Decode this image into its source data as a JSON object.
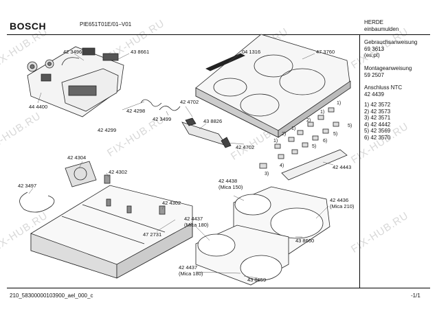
{
  "header": {
    "brand": "BOSCH",
    "model": "PIE651T01E/01–V01",
    "right_line1": "HERDE",
    "right_line2": "einbaumulden"
  },
  "sidebar": {
    "manual_title": "Gebrauchsanweisung",
    "manual_no": "69 3613",
    "manual_lang": "(es,pt)",
    "mount_title": "Montageanweisung",
    "mount_no": "59 2507",
    "ntc_title": "Anschluss NTC",
    "ntc_no": "42 4439",
    "list": [
      "1) 42 3572",
      "2) 42 3573",
      "3) 42 3571",
      "4) 42 4442",
      "5) 42 3569",
      "6) 42 3570"
    ]
  },
  "parts": {
    "p423496": "42 3496",
    "p438661": "43 8661",
    "p041316": "04 1316",
    "p473760": "47 3760",
    "p444400": "44 4400",
    "p424298": "42 4298",
    "p424702a": "42 4702",
    "p424299": "42 4299",
    "p423499": "42 3499",
    "p438826": "43 8826",
    "p424702b": "42 4702",
    "p424443": "42 4443",
    "p424304": "42 4304",
    "p424302a": "42 4302",
    "p423497": "42 3497",
    "p424302b": "42 4302",
    "p424438": "42 4438",
    "p424438_sub": "(Mica 150)",
    "p424436": "42 4436",
    "p424436_sub": "(Mica 210)",
    "p424437a": "42 4437",
    "p424437a_sub": "(Mica 180)",
    "p472731": "47 2731",
    "p438660": "43 8660",
    "p424437b": "42 4437",
    "p424437b_sub": "(Mica 180)",
    "p438659": "43 8659"
  },
  "callouts": {
    "c1a": "1)",
    "c1b": "1)",
    "c1c": "1)",
    "c1d": "1)",
    "c2a": "2)",
    "c2b": "2)",
    "c3": "3)",
    "c4": "4)",
    "c5a": "5)",
    "c5b": "5)",
    "c5c": "5)",
    "c6": "6)"
  },
  "footer": {
    "code": "210_58300000103900_ael_000_c",
    "page": "-1/1"
  },
  "watermark": "FIX-HUB.RU"
}
